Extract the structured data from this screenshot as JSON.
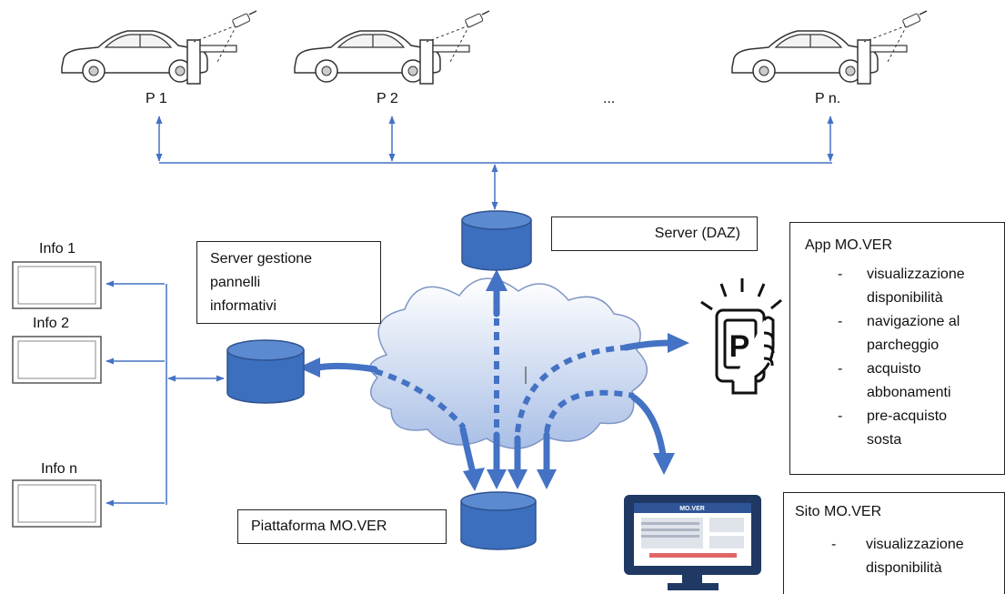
{
  "parking": {
    "p1": "P 1",
    "p2": "P 2",
    "dots": "...",
    "pn": "P n."
  },
  "server_daz": "Server (DAZ)",
  "server_panels": {
    "line1": "Server gestione",
    "line2": "pannelli",
    "line3": "informativi"
  },
  "info_panels": {
    "info1": "Info 1",
    "info2": "Info 2",
    "infon": "Info n"
  },
  "platform": "Piattaforma MO.VER",
  "app": {
    "title": "App MO.VER",
    "items": [
      {
        "dash": "-",
        "line1": "visualizzazione",
        "line2": "disponibilità"
      },
      {
        "dash": "-",
        "line1": "navigazione al",
        "line2": "parcheggio"
      },
      {
        "dash": "-",
        "line1": "acquisto",
        "line2": "abbonamenti"
      },
      {
        "dash": "-",
        "line1": "pre-acquisto",
        "line2": "sosta"
      }
    ]
  },
  "site": {
    "title": "Sito MO.VER",
    "items": [
      {
        "dash": "-",
        "line1": "visualizzazione",
        "line2": "disponibilità"
      }
    ]
  },
  "monitor_brand": "MO.VER",
  "phone_letter": "P",
  "colors": {
    "accent_blue": "#4472C4",
    "db_blue": "#3C6FBE",
    "cloud_top": "#FFFFFF",
    "cloud_bottom": "#A9BFE6",
    "monitor_dark": "#1F3864"
  }
}
